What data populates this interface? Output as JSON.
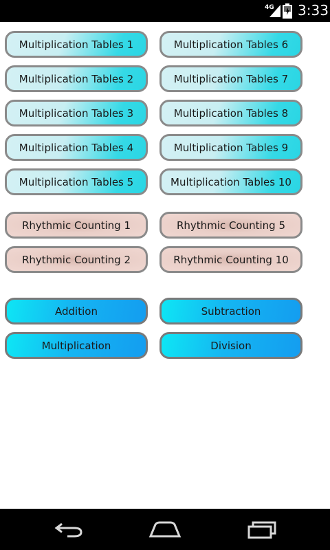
{
  "status_bar": {
    "network_label": "4G",
    "time": "3:33",
    "icons": [
      "signal-icon",
      "battery-icon"
    ]
  },
  "multiplication_tables": [
    {
      "label": "Multiplication Tables 1"
    },
    {
      "label": "Multiplication Tables 2"
    },
    {
      "label": "Multiplication Tables 3"
    },
    {
      "label": "Multiplication Tables 4"
    },
    {
      "label": "Multiplication Tables 5"
    },
    {
      "label": "Multiplication Tables 6"
    },
    {
      "label": "Multiplication Tables 7"
    },
    {
      "label": "Multiplication Tables 8"
    },
    {
      "label": "Multiplication Tables 9"
    },
    {
      "label": "Multiplication Tables 10"
    }
  ],
  "rhythmic_counting": [
    {
      "label": "Rhythmic Counting 1"
    },
    {
      "label": "Rhythmic Counting 2"
    },
    {
      "label": "Rhythmic Counting 5"
    },
    {
      "label": "Rhythmic Counting 10"
    }
  ],
  "operations": [
    {
      "label": "Addition"
    },
    {
      "label": "Multiplication"
    },
    {
      "label": "Subtraction"
    },
    {
      "label": "Division"
    }
  ],
  "nav_bar": {
    "icons": [
      "back-icon",
      "home-icon",
      "recent-apps-icon"
    ]
  },
  "colors": {
    "multiplication_accent": "#2ad6e4",
    "rhythmic_accent": "#d8b7ae",
    "operations_accent": "#149df0",
    "button_border": "#8a8a8a"
  }
}
